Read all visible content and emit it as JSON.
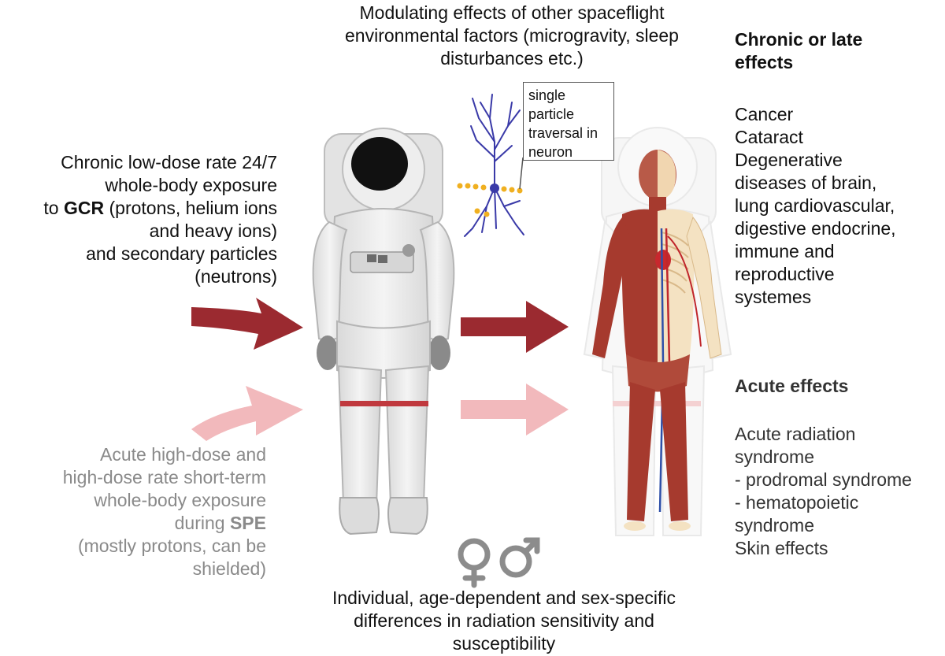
{
  "top_text": {
    "lines": [
      "Modulating effects of other spaceflight",
      "environmental factors (microgravity, sleep",
      "disturbances etc.)"
    ]
  },
  "callout": {
    "lines": [
      "single",
      "particle",
      "traversal in",
      "neuron"
    ]
  },
  "gcr_text": {
    "line1": "Chronic low-dose rate 24/7",
    "line2": "whole-body exposure",
    "line3_prefix": "to ",
    "line3_bold": "GCR",
    "line3_suffix": " (protons, helium ions",
    "line4": "and heavy ions)",
    "line5": "and secondary particles",
    "line6": "(neutrons)"
  },
  "spe_text": {
    "line1": "Acute high-dose and",
    "line2": "high-dose rate short-term",
    "line3": "whole-body exposure",
    "line4_prefix": "during ",
    "line4_bold": "SPE",
    "line5": "(mostly protons, can be",
    "line6": "shielded)"
  },
  "chronic_effects": {
    "heading_line1": "Chronic or late",
    "heading_line2": "effects",
    "items": [
      "Cancer",
      "Cataract",
      "Degenerative",
      "diseases of brain,",
      "lung cardiovascular,",
      "digestive endocrine,",
      "immune and",
      "reproductive",
      "systemes"
    ]
  },
  "acute_effects": {
    "heading": "Acute effects",
    "items": [
      "Acute radiation",
      "syndrome",
      "- prodromal syndrome",
      "- hematopoietic",
      "syndrome",
      "Skin effects"
    ]
  },
  "bottom_text": {
    "lines": [
      "Individual, age-dependent and sex-specific",
      "differences in radiation sensitivity and",
      "susceptibility"
    ]
  },
  "colors": {
    "chronic_arrow": "#9b2a30",
    "acute_arrow": "#f2b9bc",
    "suit": "#e6e6e6",
    "suit_outline": "#b5b5b5",
    "muscle": "#a63a2e",
    "neuron": "#3a3aa8",
    "particle": "#f0b020",
    "gray_text": "#8a8a8a",
    "gender_symbols": "#8c8c8c"
  }
}
